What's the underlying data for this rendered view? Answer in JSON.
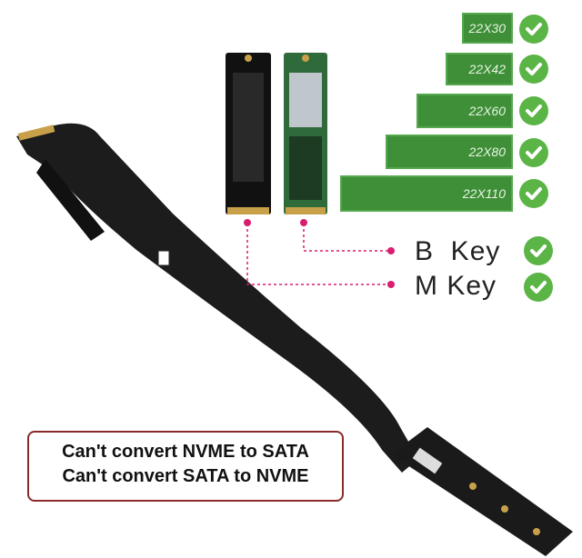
{
  "sizes": [
    {
      "label": "22X30"
    },
    {
      "label": "22X42"
    },
    {
      "label": "22X60"
    },
    {
      "label": "22X80"
    },
    {
      "label": "22X110"
    }
  ],
  "keys": [
    {
      "label": "B  Key"
    },
    {
      "label": "M Key"
    }
  ],
  "notice": {
    "line1": "Can't convert NVME to SATA",
    "line2": "Can't convert SATA to NVME"
  },
  "colors": {
    "green": "#3e8f38",
    "check": "#5bb446",
    "magenta": "#d81e6e",
    "cable": "#1c1c1c"
  }
}
